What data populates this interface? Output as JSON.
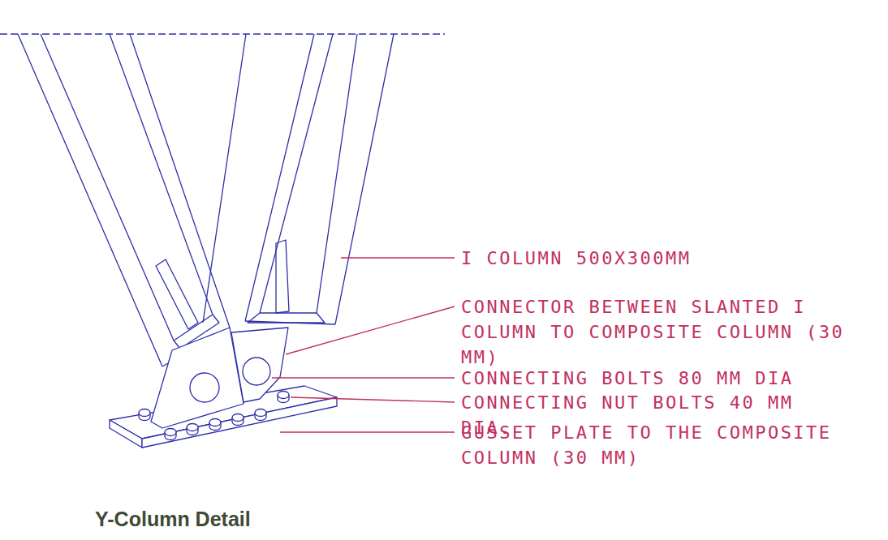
{
  "diagram": {
    "title": "Y-Column Detail",
    "labels": [
      "I COLUMN 500X300MM",
      "CONNECTOR BETWEEN SLANTED I COLUMN TO COMPOSITE COLUMN (30 MM)",
      "CONNECTING BOLTS 80 MM DIA",
      "CONNECTING NUT BOLTS 40 MM DIA.",
      "GUSSET PLATE TO THE COMPOSITE COLUMN (30 MM)"
    ]
  }
}
